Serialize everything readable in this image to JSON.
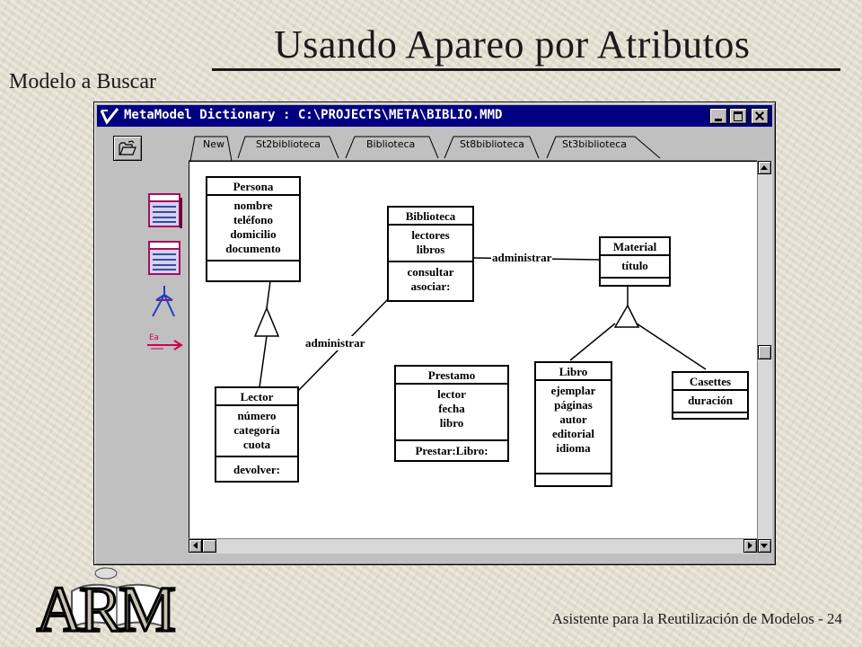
{
  "slide": {
    "title": "Usando Apareo por Atributos",
    "subtitle": "Modelo a Buscar",
    "footer": "Asistente para la Reutilización de Modelos - 24",
    "logo_text": "ARM"
  },
  "window": {
    "title": "MetaModel Dictionary : C:\\PROJECTS\\META\\BIBLIO.MMD",
    "tabs": [
      {
        "label": "New",
        "active": true
      },
      {
        "label": "St2biblioteca",
        "active": false
      },
      {
        "label": "Biblioteca",
        "active": false
      },
      {
        "label": "St8biblioteca",
        "active": false
      },
      {
        "label": "St3biblioteca",
        "active": false
      }
    ],
    "toolbar_icons": [
      "open-folder-icon"
    ],
    "palette_icons": [
      "class-icon",
      "class-icon",
      "inheritance-icon",
      "association-icon"
    ]
  },
  "diagram": {
    "classes": {
      "persona": {
        "name": "Persona",
        "attributes": [
          "nombre",
          "teléfono",
          "domicilio",
          "documento"
        ],
        "operations": []
      },
      "biblioteca": {
        "name": "Biblioteca",
        "attributes": [
          "lectores",
          "libros"
        ],
        "operations": [
          "consultar",
          "asociar:"
        ]
      },
      "material": {
        "name": "Material",
        "attributes": [
          "título"
        ],
        "operations": []
      },
      "lector": {
        "name": "Lector",
        "attributes": [
          "número",
          "categoría",
          "cuota"
        ],
        "operations": [
          "devolver:"
        ]
      },
      "prestamo": {
        "name": "Prestamo",
        "attributes": [
          "lector",
          "fecha",
          "libro"
        ],
        "operations": [
          "Prestar:Libro:"
        ]
      },
      "libro": {
        "name": "Libro",
        "attributes": [
          "ejemplar",
          "páginas",
          "autor",
          "editorial",
          "idioma"
        ],
        "operations": []
      },
      "casettes": {
        "name": "Casettes",
        "attributes": [
          "duración"
        ],
        "operations": []
      }
    },
    "associations": {
      "biblioteca_material": "administrar",
      "lector_biblioteca": "administrar"
    }
  }
}
